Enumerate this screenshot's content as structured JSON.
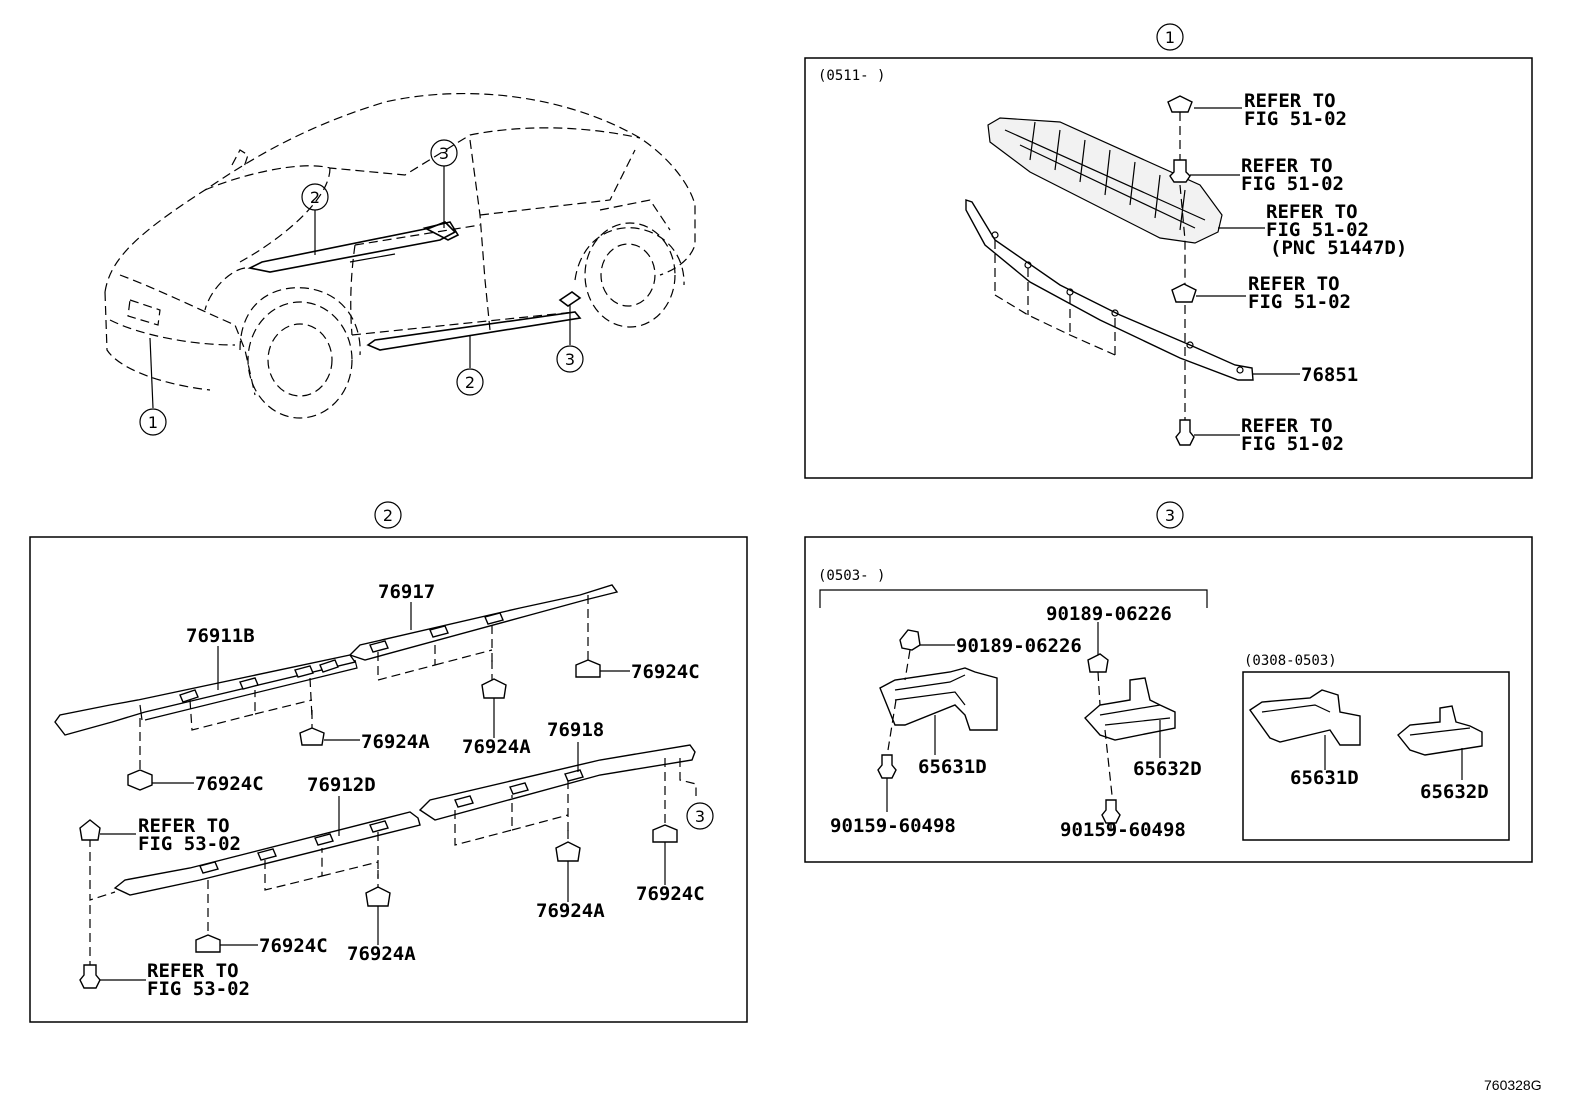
{
  "overview": {
    "callouts": [
      "1",
      "2",
      "3",
      "2",
      "3"
    ]
  },
  "panel1": {
    "title": "1",
    "date_range": "(0511-      )",
    "refs": [
      {
        "line1": "REFER TO",
        "line2": "FIG 51-02",
        "line3": ""
      },
      {
        "line1": "REFER TO",
        "line2": "FIG 51-02",
        "line3": ""
      },
      {
        "line1": "REFER TO",
        "line2": "FIG 51-02",
        "line3": "(PNC 51447D)"
      },
      {
        "line1": "REFER TO",
        "line2": "FIG 51-02",
        "line3": ""
      },
      {
        "line1": "REFER TO",
        "line2": "FIG 51-02",
        "line3": ""
      }
    ],
    "part_76851": "76851"
  },
  "panel2": {
    "title": "2",
    "parts": {
      "p76917": "76917",
      "p76911B": "76911B",
      "p76924C_a": "76924C",
      "p76924A_a": "76924A",
      "p76924A_b": "76924A",
      "p76924C_b": "76924C",
      "p76918": "76918",
      "p76912D": "76912D",
      "p76924C_c": "76924C",
      "p76924A_c": "76924A",
      "p76924A_d": "76924A",
      "p76924C_d": "76924C"
    },
    "refs": [
      {
        "line1": "REFER TO",
        "line2": "FIG 53-02"
      },
      {
        "line1": "REFER TO",
        "line2": "FIG 53-02"
      }
    ],
    "callout": "3"
  },
  "panel3": {
    "title": "3",
    "date_range": "(0503-      )",
    "inset_range": "(0308-0503)",
    "parts": {
      "clip_a": "90189-06226",
      "clip_b": "90189-06226",
      "bracket_a": "65631D",
      "bracket_b": "65632D",
      "screw_a": "90159-60498",
      "screw_b": "90159-60498",
      "inset_a": "65631D",
      "inset_b": "65632D"
    }
  },
  "figure_code": "760328G"
}
